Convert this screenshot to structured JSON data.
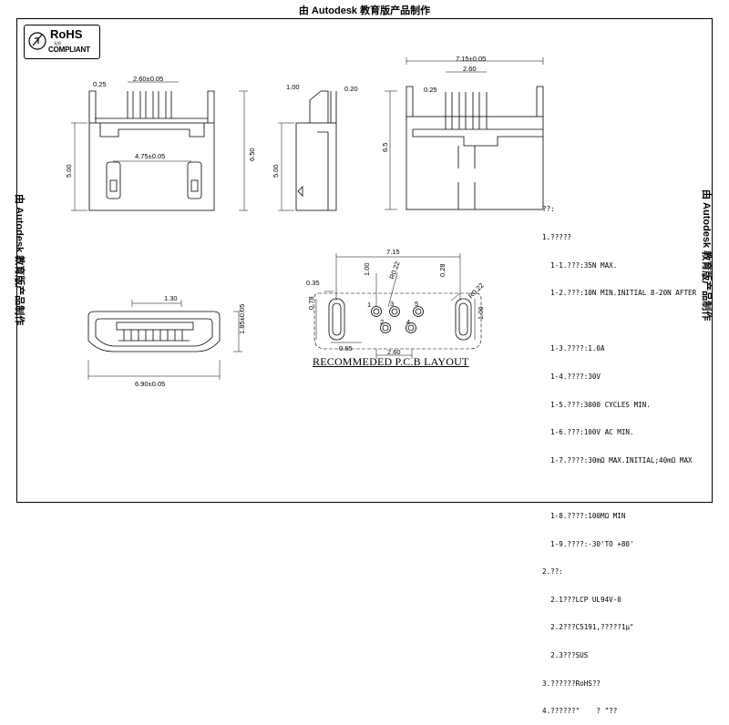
{
  "watermark": "由 Autodesk 教育版产品制作",
  "rohs": {
    "title": "RoHS",
    "subtitle": "无铅",
    "label": "COMPLIANT"
  },
  "dimensions": {
    "front": {
      "pin_pitch": "2.60±0.05",
      "offset": "0.25",
      "height": "5.00",
      "total_height": "6.50",
      "spacing": "4.75±0.05"
    },
    "side": {
      "left": "1.00",
      "right": "0.20",
      "height": "5.00"
    },
    "rear": {
      "width": "7.15±0.05",
      "pitch": "2.60",
      "offset": "0.25",
      "height": "6.5"
    },
    "bottom": {
      "inner": "1.30",
      "width": "6.90±0.05",
      "height": "1.85±0.05"
    },
    "pcb": {
      "width": "7.15",
      "left_gap": "0.35",
      "left_size": "0.78",
      "top_a": "1.00",
      "radius_a": "R0.22",
      "pad_size": "0.28",
      "radius_b": "R0.22",
      "right_size": "1.00",
      "offset_a": "0.65",
      "pitch": "2.60",
      "pad_labels": [
        "1",
        "2",
        "3",
        "4",
        "5"
      ]
    }
  },
  "pcb_title": "RECOMMEDED P.C.B LAYOUT",
  "notes": [
    "??:",
    "1.?????",
    "  1-1.???:35N MAX.",
    "  1-2.???:10N MIN.INITIAL 8-20N AFTER",
    "",
    "  1-3.????:1.0A",
    "  1-4.????:30V",
    "  1-5.???:3000 CYCLES MIN.",
    "  1-6.???:100V AC MIN.",
    "  1-7.????:30mΩ MAX.INITIAL;40mΩ MAX",
    "",
    "  1-8.????:100MΩ MIN",
    "  1-9.????:-30'TO +80'",
    "2.??:",
    "  2.1???LCP UL94V-0",
    "  2.2???C5191,?????1μ\"",
    "  2.3???SUS",
    "3.??????RoHS??",
    "4.??????\"    ? \"??"
  ]
}
